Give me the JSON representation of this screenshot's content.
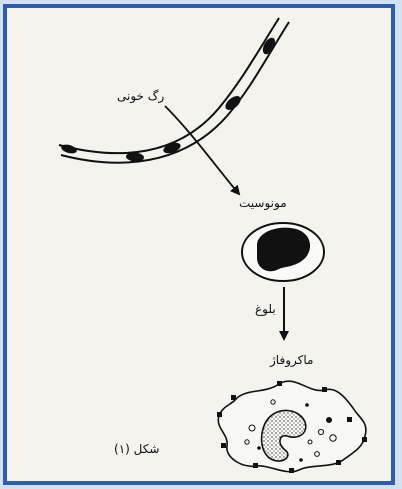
{
  "labels": {
    "blood_vessel": "رگ خونی",
    "monocyte": "مونوسیت",
    "maturation": "بلوغ",
    "macrophage": "ماکروفاژ",
    "figure_caption": "شکل (۱)"
  }
}
